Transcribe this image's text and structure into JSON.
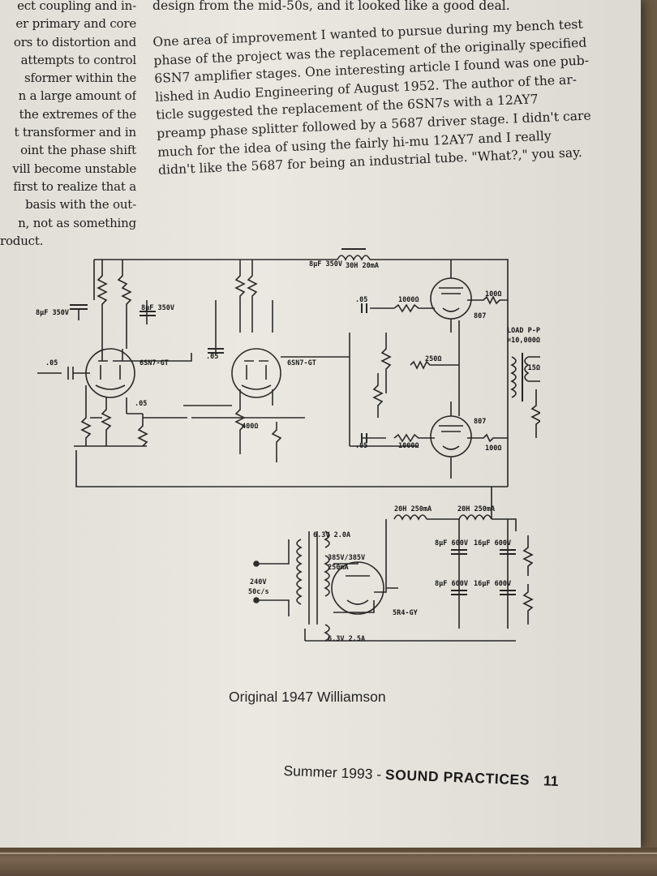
{
  "left_column_lines": [
    "ect coupling and in-",
    "er primary and core",
    "ors to distortion and",
    "attempts to control",
    "sformer within the",
    "n a large amount of",
    "the extremes of the",
    "t transformer and in",
    "oint the phase shift",
    "vill become unstable",
    "first to realize that a",
    "basis with the out-",
    "n, not as something",
    "roduct."
  ],
  "right_column": {
    "top_line": "design from the mid-50s, and it looked like a good deal.",
    "paragraph_lines": [
      "One area of improvement I wanted to pursue during my bench test",
      "phase of the project was the replacement of the originally specified",
      "6SN7 amplifier stages. One interesting article I found was one pub-",
      "lished in Audio Engineering of August 1952. The author of the ar-",
      "ticle suggested the replacement of the 6SN7s with a 12AY7",
      "preamp phase splitter followed by a 5687 driver stage. I didn't care",
      "much for the idea of using the fairly hi-mu 12AY7 and I really",
      "didn't like the 5687 for being an industrial tube. \"What?,\" you say."
    ]
  },
  "schematic": {
    "labels": {
      "cap_8uf_350v_a": "8µF 350V",
      "cap_8uf_350v_b": "8µF 350V",
      "cap_8uf_350v_top": "8µF 350V",
      "choke_top": "30H 20mA",
      "tube_6sn7_a": "6SN7-GT",
      "tube_6sn7_b": "6SN7-GT",
      "tube_807_a": "807",
      "tube_807_b": "807",
      "cap_05_a": ".05",
      "cap_05_b": ".05",
      "cap_05_c": ".05",
      "cap_05_d": ".05",
      "cap_05_e": ".05",
      "res_1000_a": "1000Ω",
      "res_1000_b": "1000Ω",
      "res_100_a": "100Ω",
      "res_100_b": "100Ω",
      "res_250": "250Ω",
      "res_400": "400Ω",
      "load": "LOAD P-P",
      "load_val": "=10,000Ω",
      "speaker": "15Ω",
      "choke_a": "20H 250mA",
      "choke_b": "20H 250mA",
      "heater_a": "6.3V 2.0A",
      "hv_winding": "385V/385V",
      "hv_current": "250mA",
      "mains": "240V",
      "mains_freq": "50c/s",
      "rectifier": "5R4-GY",
      "heater_b": "6.3V 2.5A",
      "pf_cap_a": "8µF 600V",
      "pf_cap_b": "8µF 600V",
      "pf_cap_c": "16µF 600V",
      "pf_cap_d": "16µF 600V"
    }
  },
  "caption": "Original 1947 Williamson",
  "footer": {
    "season": "Summer 1993 -",
    "magazine": "SOUND PRACTICES",
    "page_number": "11"
  }
}
